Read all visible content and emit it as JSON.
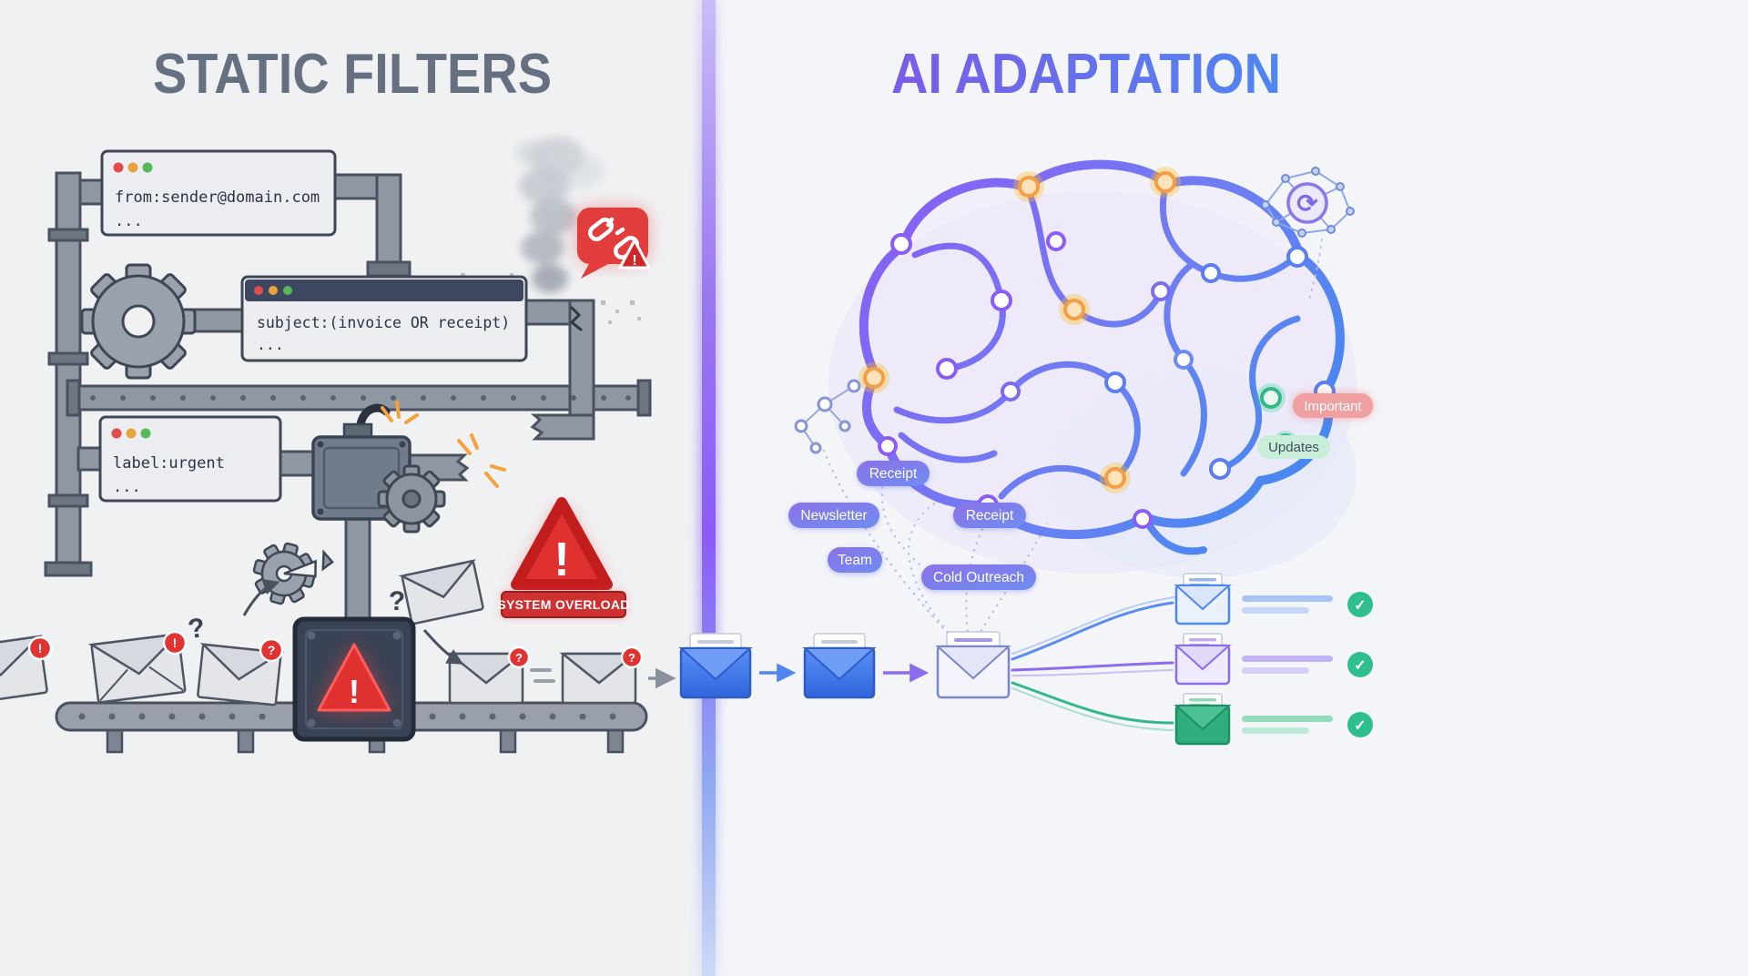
{
  "left": {
    "title": "STATIC FILTERS",
    "filter_rules": [
      {
        "rule": "from:sender@domain.com",
        "more": "..."
      },
      {
        "rule": "subject:(invoice OR receipt)",
        "more": "..."
      },
      {
        "rule": "label:urgent",
        "more": "..."
      }
    ],
    "system_overload_label": "SYSTEM OVERLOAD"
  },
  "right": {
    "title": "AI ADAPTATION",
    "category_pills": [
      "Receipt",
      "Newsletter",
      "Team",
      "Receipt",
      "Cold Outreach"
    ],
    "result_tags": [
      "Important",
      "Updates"
    ]
  },
  "icons": {
    "refresh": "⟳",
    "check": "✓",
    "exclamation": "!",
    "question": "?"
  },
  "colors": {
    "left_title": "#667080",
    "accent_purple": "#8b5cf6",
    "accent_blue": "#3b82f6",
    "alert_red": "#e03131",
    "success_green": "#2fbf8f",
    "warning_orange": "#f6a13c",
    "machine_gray": "#8f97a2"
  }
}
